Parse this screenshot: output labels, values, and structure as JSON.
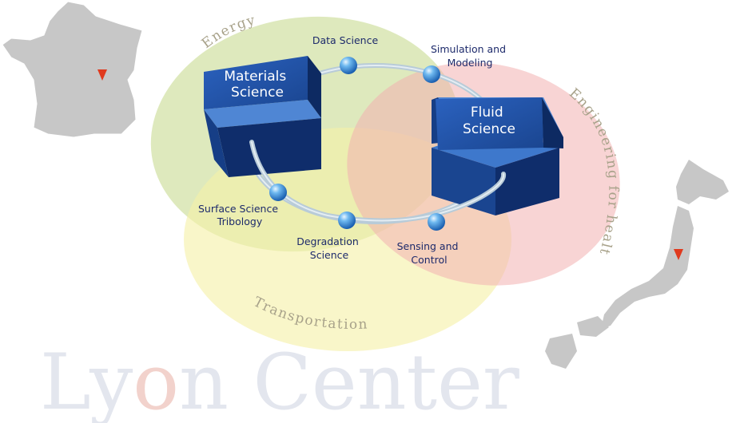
{
  "fields": {
    "energy": "Energy",
    "engineering_for_health": "Engineering for health",
    "transportation": "Transportation"
  },
  "cubes": {
    "materials": [
      "Materials",
      "Science"
    ],
    "fluid": [
      "Fluid",
      "Science"
    ]
  },
  "nodes": {
    "data_science": "Data Science",
    "simulation_modeling": [
      "Simulation and",
      "Modeling"
    ],
    "surface_science": [
      "Surface Science",
      "Tribology"
    ],
    "degradation_science": [
      "Degradation",
      "Science"
    ],
    "sensing_control": [
      "Sensing and",
      "Control"
    ]
  },
  "watermark": {
    "prefix": "Ly",
    "highlight": "o",
    "suffix": "n Center"
  },
  "colors": {
    "energy": "#c9dc95",
    "health": "#f2b1b1",
    "transportation": "#f5f0a8",
    "cube": "#1f4fa3",
    "ring": "#b8cbd8",
    "sphere": "#3b97e0",
    "map": "#c7c7c7",
    "marker": "#e03a1e",
    "label": "#1d2a6b"
  },
  "maps": {
    "left": "France",
    "right": "Japan"
  }
}
